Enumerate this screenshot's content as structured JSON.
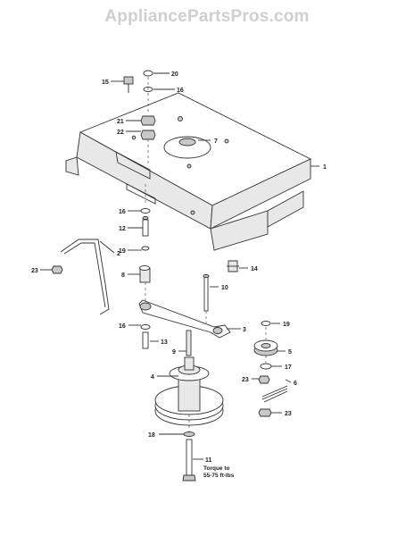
{
  "watermark": "AppliancePartsPros.com",
  "callouts": [
    "1",
    "2",
    "3",
    "4",
    "5",
    "6",
    "7",
    "8",
    "9",
    "10",
    "11",
    "12",
    "13",
    "14",
    "15",
    "16",
    "17",
    "18",
    "19",
    "20",
    "21",
    "22",
    "23"
  ],
  "torque_note": {
    "line1": "Torque to",
    "line2": "55-75 ft-lbs"
  }
}
